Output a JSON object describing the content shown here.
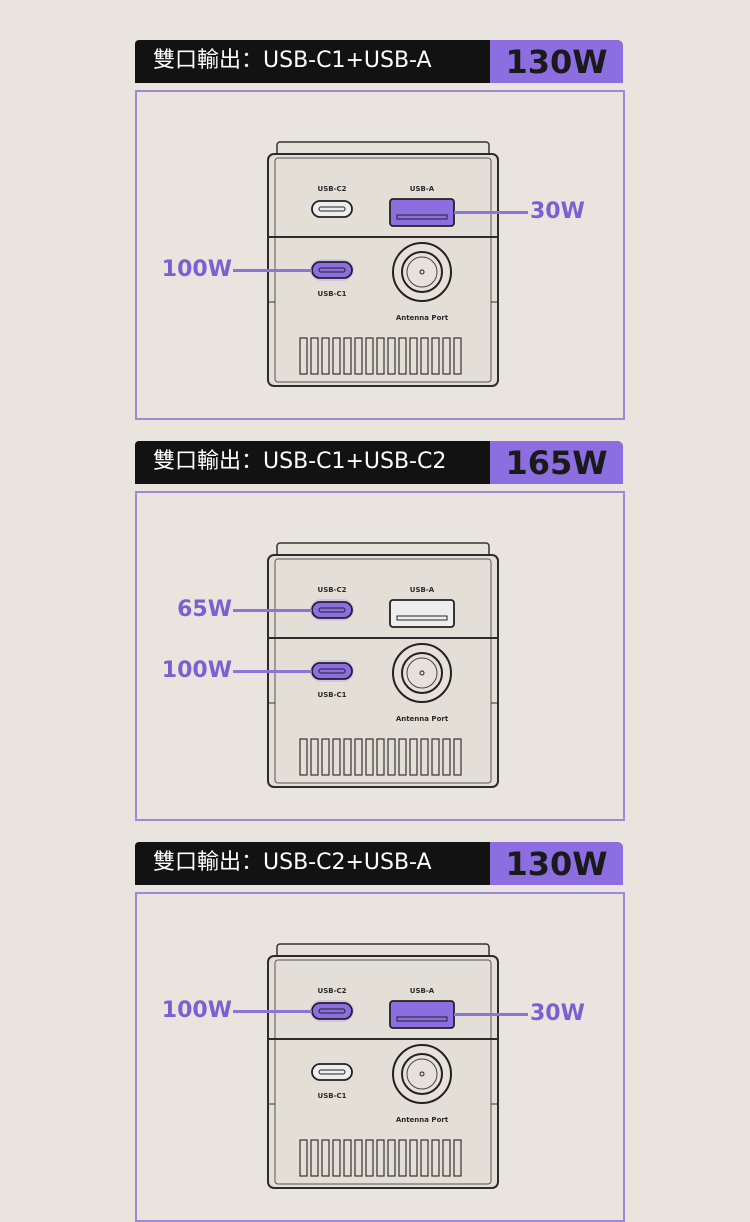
{
  "panels": [
    {
      "title": "雙口輸出：USB-C1+USB-A",
      "total": "130W",
      "active": [
        "usb-c1",
        "usb-a"
      ],
      "callouts": {
        "usb-c1": "100W",
        "usb-a": "30W"
      }
    },
    {
      "title": "雙口輸出：USB-C1+USB-C2",
      "total": "165W",
      "active": [
        "usb-c1",
        "usb-c2"
      ],
      "callouts": {
        "usb-c1": "100W",
        "usb-c2": "65W"
      }
    },
    {
      "title": "雙口輸出：USB-C2+USB-A",
      "total": "130W",
      "active": [
        "usb-c2",
        "usb-a"
      ],
      "callouts": {
        "usb-c2": "100W",
        "usb-a": "30W"
      }
    }
  ],
  "port_labels": {
    "usb_c2": "USB-C2",
    "usb_a": "USB-A",
    "usb_c1": "USB-C1",
    "antenna": "Antenna Port"
  },
  "colors": {
    "accent": "#8d6ee0",
    "accent_text": "#7c5fd2",
    "header_bg": "#121212"
  }
}
